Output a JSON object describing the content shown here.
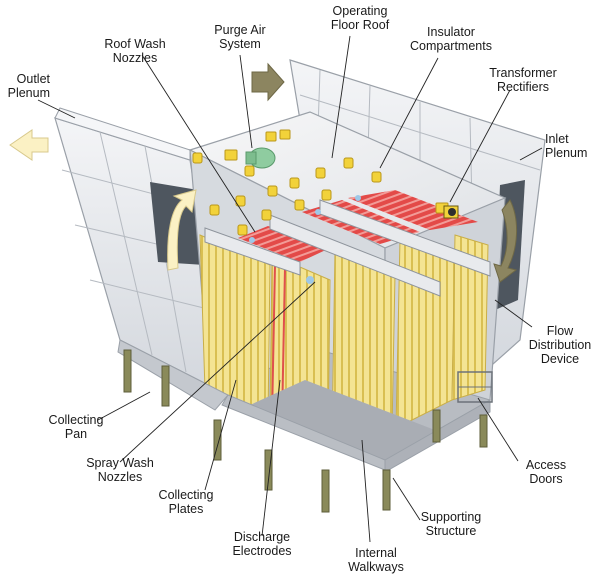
{
  "labels": {
    "outlet_plenum": "Outlet\nPlenum",
    "roof_wash_nozzles": "Roof Wash\nNozzles",
    "purge_air_system": "Purge Air\nSystem",
    "operating_floor_roof": "Operating\nFloor Roof",
    "insulator_compartments": "Insulator\nCompartments",
    "transformer_rectifiers": "Transformer\nRectifiers",
    "inlet_plenum": "Inlet\nPlenum",
    "flow_distribution_device": "Flow\nDistribution\nDevice",
    "collecting_pan": "Collecting\nPan",
    "spray_wash_nozzles": "Spray Wash\nNozzles",
    "collecting_plates": "Collecting\nPlates",
    "discharge_electrodes": "Discharge\nElectrodes",
    "internal_walkways": "Internal\nWalkways",
    "supporting_structure": "Supporting\nStructure",
    "access_doors": "Access\nDoors"
  },
  "colors": {
    "casing": "#e6e8ec",
    "casing_edge": "#9aa0a8",
    "plates": "#f3e08a",
    "electrodes": "#d9383a",
    "flow_arrow": "#fbf1c4",
    "inlet_arrow": "#8c8560",
    "insulators": "#f2d23a",
    "legs": "#8a8a5a"
  }
}
